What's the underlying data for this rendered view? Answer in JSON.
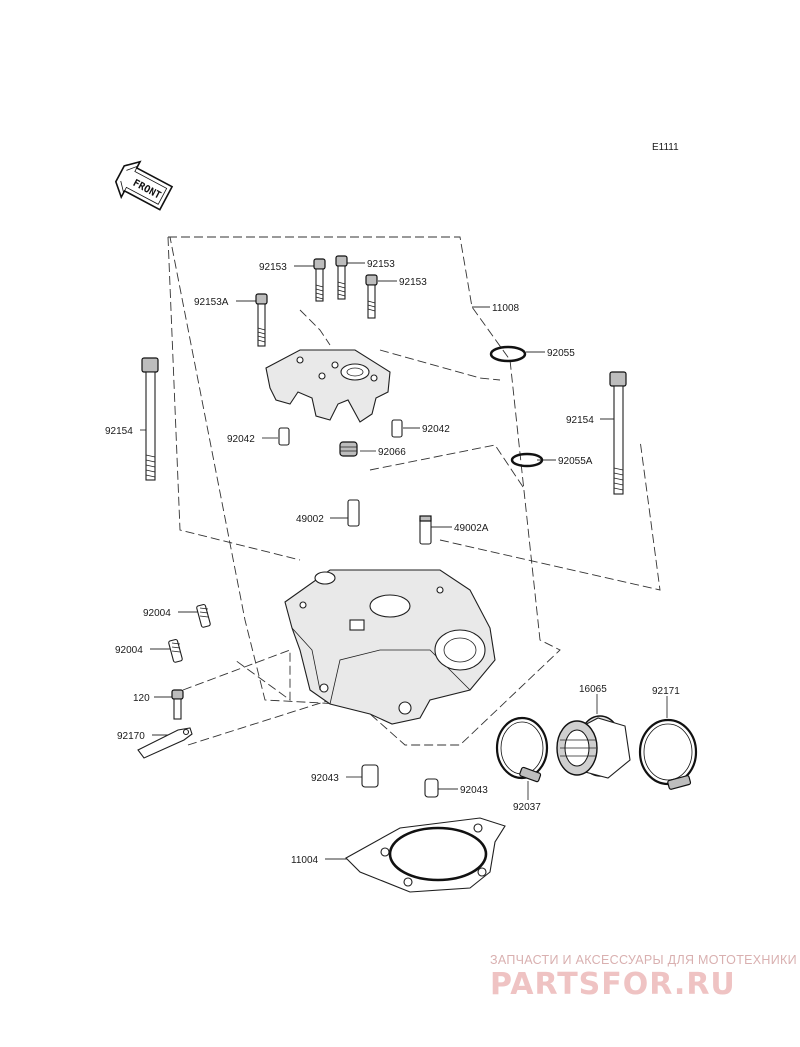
{
  "diagram_code": "E1111",
  "front_label": "FRONT",
  "labels": {
    "p92153a": "92153",
    "p92153b": "92153",
    "p92153c": "92153",
    "p92153A": "92153A",
    "p11008": "11008",
    "p92055": "92055",
    "p92154L": "92154",
    "p92154R": "92154",
    "p92042L": "92042",
    "p92042R": "92042",
    "p92066": "92066",
    "p92055A": "92055A",
    "p49002": "49002",
    "p49002A": "49002A",
    "p92004a": "92004",
    "p92004b": "92004",
    "p120": "120",
    "p92170": "92170",
    "p16065": "16065",
    "p92171": "92171",
    "p92037": "92037",
    "p92043L": "92043",
    "p92043R": "92043",
    "p11004": "11004"
  },
  "watermark": {
    "tagline": "ЗАПЧАСТИ И АКСЕССУАРЫ ДЛЯ МОТОТЕХНИКИ",
    "brand": "PARTSFOR.RU"
  }
}
